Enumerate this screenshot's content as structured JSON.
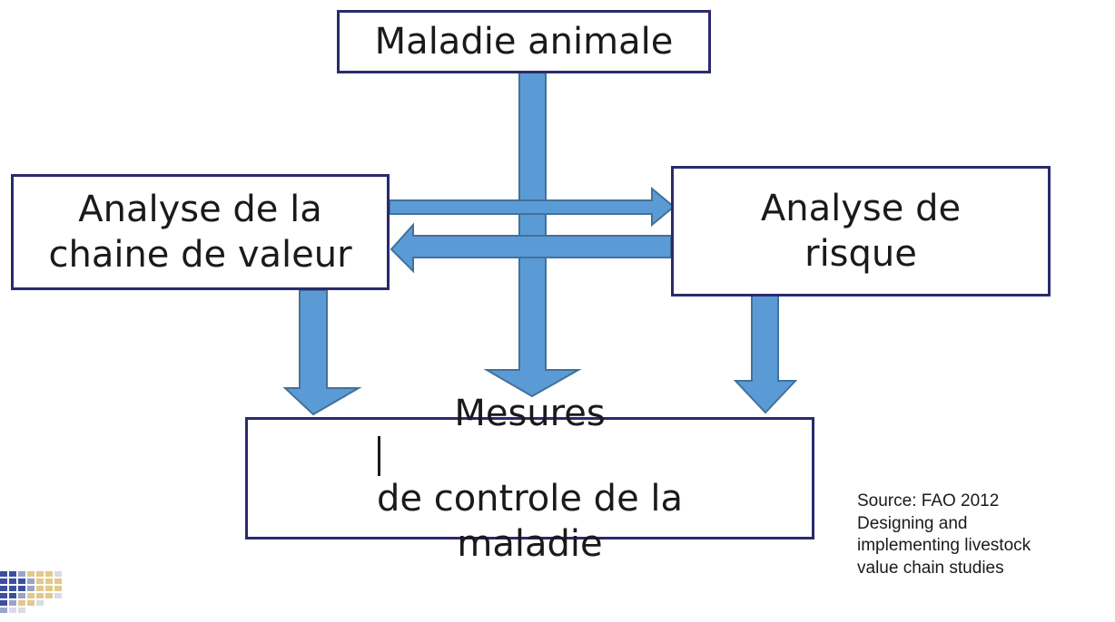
{
  "diagram": {
    "nodes": {
      "maladie": {
        "label": "Maladie animale"
      },
      "chaine": {
        "line1": "Analyse de la",
        "line2": "chaine de valeur"
      },
      "risque": {
        "line1": "Analyse de",
        "line2": "risque"
      },
      "mesures": {
        "line1_a": "Mesures",
        "line1_b": "de controle de la",
        "line2": "maladie"
      }
    },
    "edges": [
      {
        "from": "maladie",
        "to": "mesures"
      },
      {
        "from": "chaine",
        "to": "risque"
      },
      {
        "from": "risque",
        "to": "chaine"
      },
      {
        "from": "chaine",
        "to": "mesures"
      },
      {
        "from": "risque",
        "to": "mesures"
      }
    ],
    "colors": {
      "arrow_fill": "#5b9bd5",
      "arrow_stroke": "#41719c",
      "box_border": "#2a2a6e"
    }
  },
  "source": {
    "line1": "Source: FAO 2012",
    "line2": "Designing and",
    "line3": "implementing livestock",
    "line4": "value chain studies"
  },
  "logo": {
    "icon": "grid-logo-icon"
  }
}
